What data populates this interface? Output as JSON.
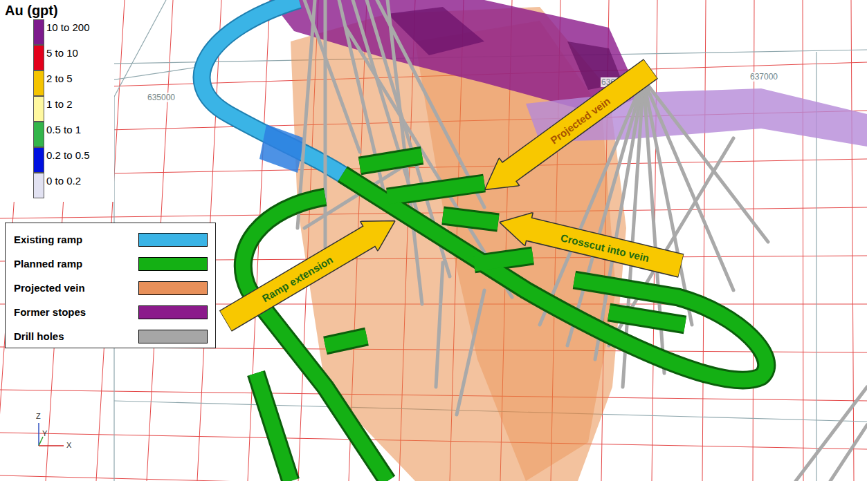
{
  "diagram": {
    "nodes": [
      {
        "text": [
          "Projected vein"
        ]
      },
      {
        "text": [
          "Ramp extension"
        ]
      },
      {
        "text": [
          "Crosscut into vein"
        ]
      }
    ],
    "labels": [
      "Au (gpt)",
      "635000",
      "636500",
      "637000",
      "Z",
      "Y",
      "X"
    ],
    "legend": [
      {
        "text": "10 to 200",
        "color": "#7d1a8c"
      },
      {
        "text": "5 to 10",
        "color": "#e3001b"
      },
      {
        "text": "2 to 5",
        "color": "#f5c400"
      },
      {
        "text": "1 to 2",
        "color": "#fff8a0"
      },
      {
        "text": "0.5 to 1",
        "color": "#33b54a"
      },
      {
        "text": "0.2 to 0.5",
        "color": "#0010e0"
      },
      {
        "text": "0 to 0.2",
        "color": "#e2e2f2"
      },
      {
        "text": "Existing ramp",
        "color": "#3ab4e6"
      },
      {
        "text": "Planned ramp",
        "color": "#14b014"
      },
      {
        "text": "Projected vein",
        "color": "#e8905a"
      },
      {
        "text": "Former stopes",
        "color": "#8b1a8b"
      },
      {
        "text": "Drill holes",
        "color": "#a6a6a6"
      }
    ]
  }
}
